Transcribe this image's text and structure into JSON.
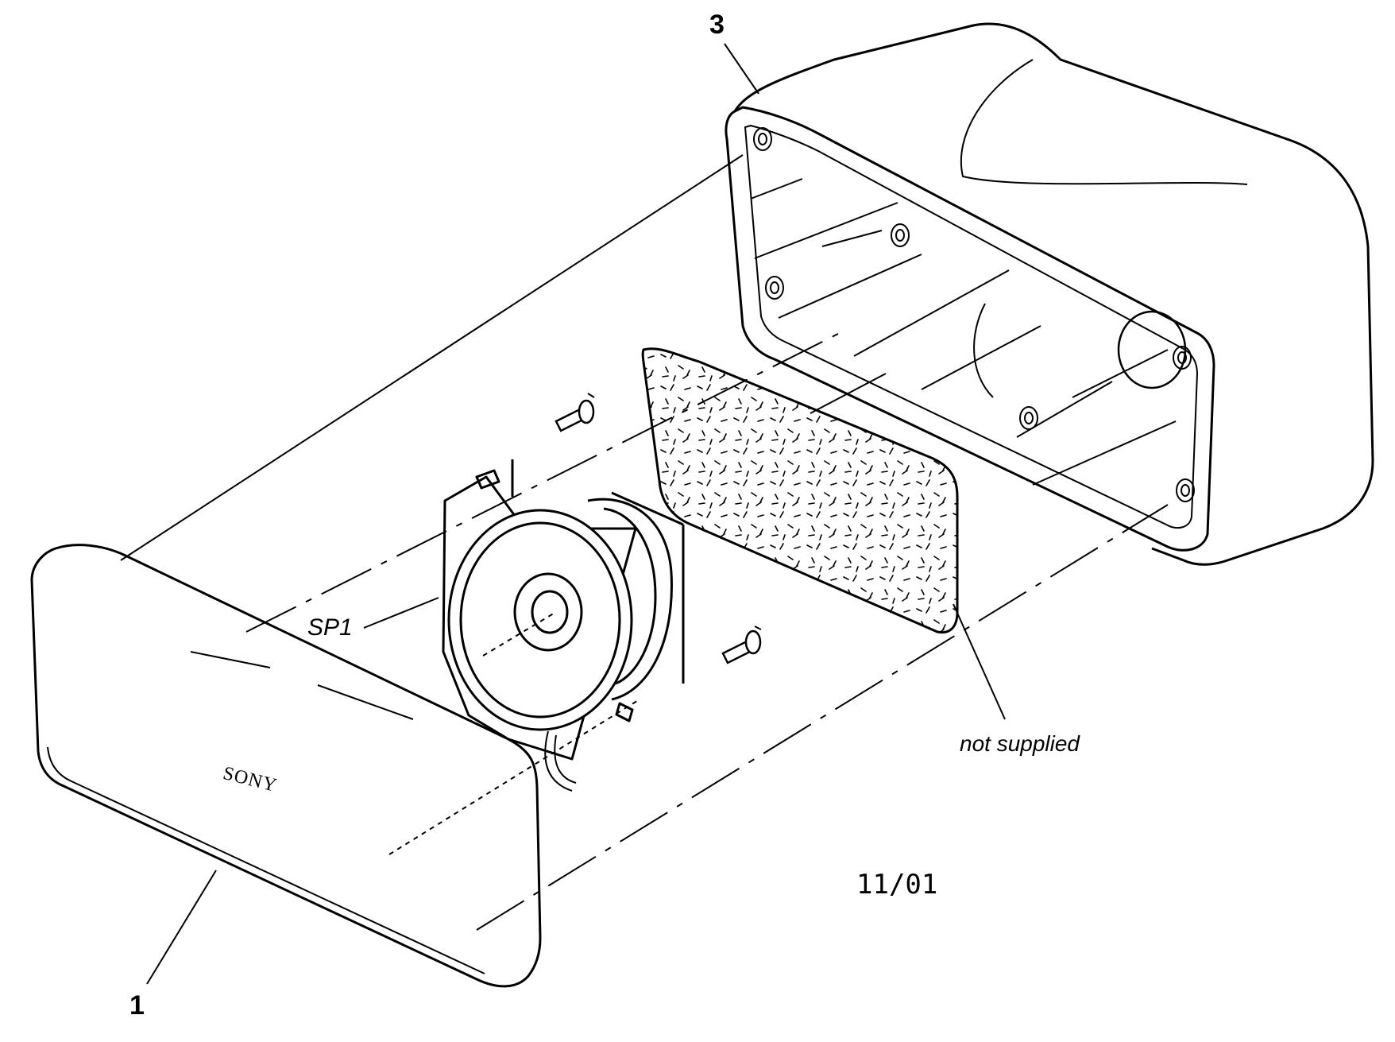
{
  "callouts": {
    "part_3": "3",
    "part_1": "1",
    "speaker": "SP1",
    "foam": "not supplied"
  },
  "brand_mark": "SONY",
  "revision_date": "11/01",
  "colors": {
    "ink": "#000000",
    "paper": "#ffffff"
  }
}
